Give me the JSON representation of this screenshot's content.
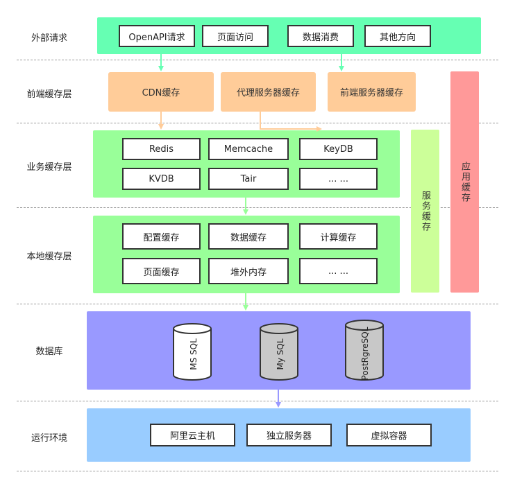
{
  "rows": {
    "external": "外部请求",
    "frontend_cache": "前端缓存层",
    "business_cache": "业务缓存层",
    "local_cache": "本地缓存层",
    "database": "数据库",
    "runtime": "运行环境"
  },
  "external_items": [
    "OpenAPI请求",
    "页面访问",
    "数据消费",
    "其他方向"
  ],
  "frontend_items": [
    "CDN缓存",
    "代理服务器缓存",
    "前端服务器缓存"
  ],
  "business_items": [
    "Redis",
    "Memcache",
    "KeyDB",
    "KVDB",
    "Tair",
    "... ..."
  ],
  "local_items": [
    "配置缓存",
    "数据缓存",
    "计算缓存",
    "页面缓存",
    "堆外内存",
    "... ..."
  ],
  "databases": [
    "MS SQL",
    "My SQL",
    "PostRgreSQL"
  ],
  "runtime_items": [
    "阿里云主机",
    "独立服务器",
    "虚拟容器"
  ],
  "side": {
    "service_cache": "服务缓存",
    "app_cache": "应用缓存"
  },
  "colors": {
    "external_bg": "#66ffb3",
    "frontend_bg": "#ffcc99",
    "business_bg": "#99ff99",
    "database_bg": "#9999ff",
    "runtime_bg": "#99ccff",
    "service_cache_bg": "#ccff99",
    "app_cache_bg": "#ff9999"
  }
}
